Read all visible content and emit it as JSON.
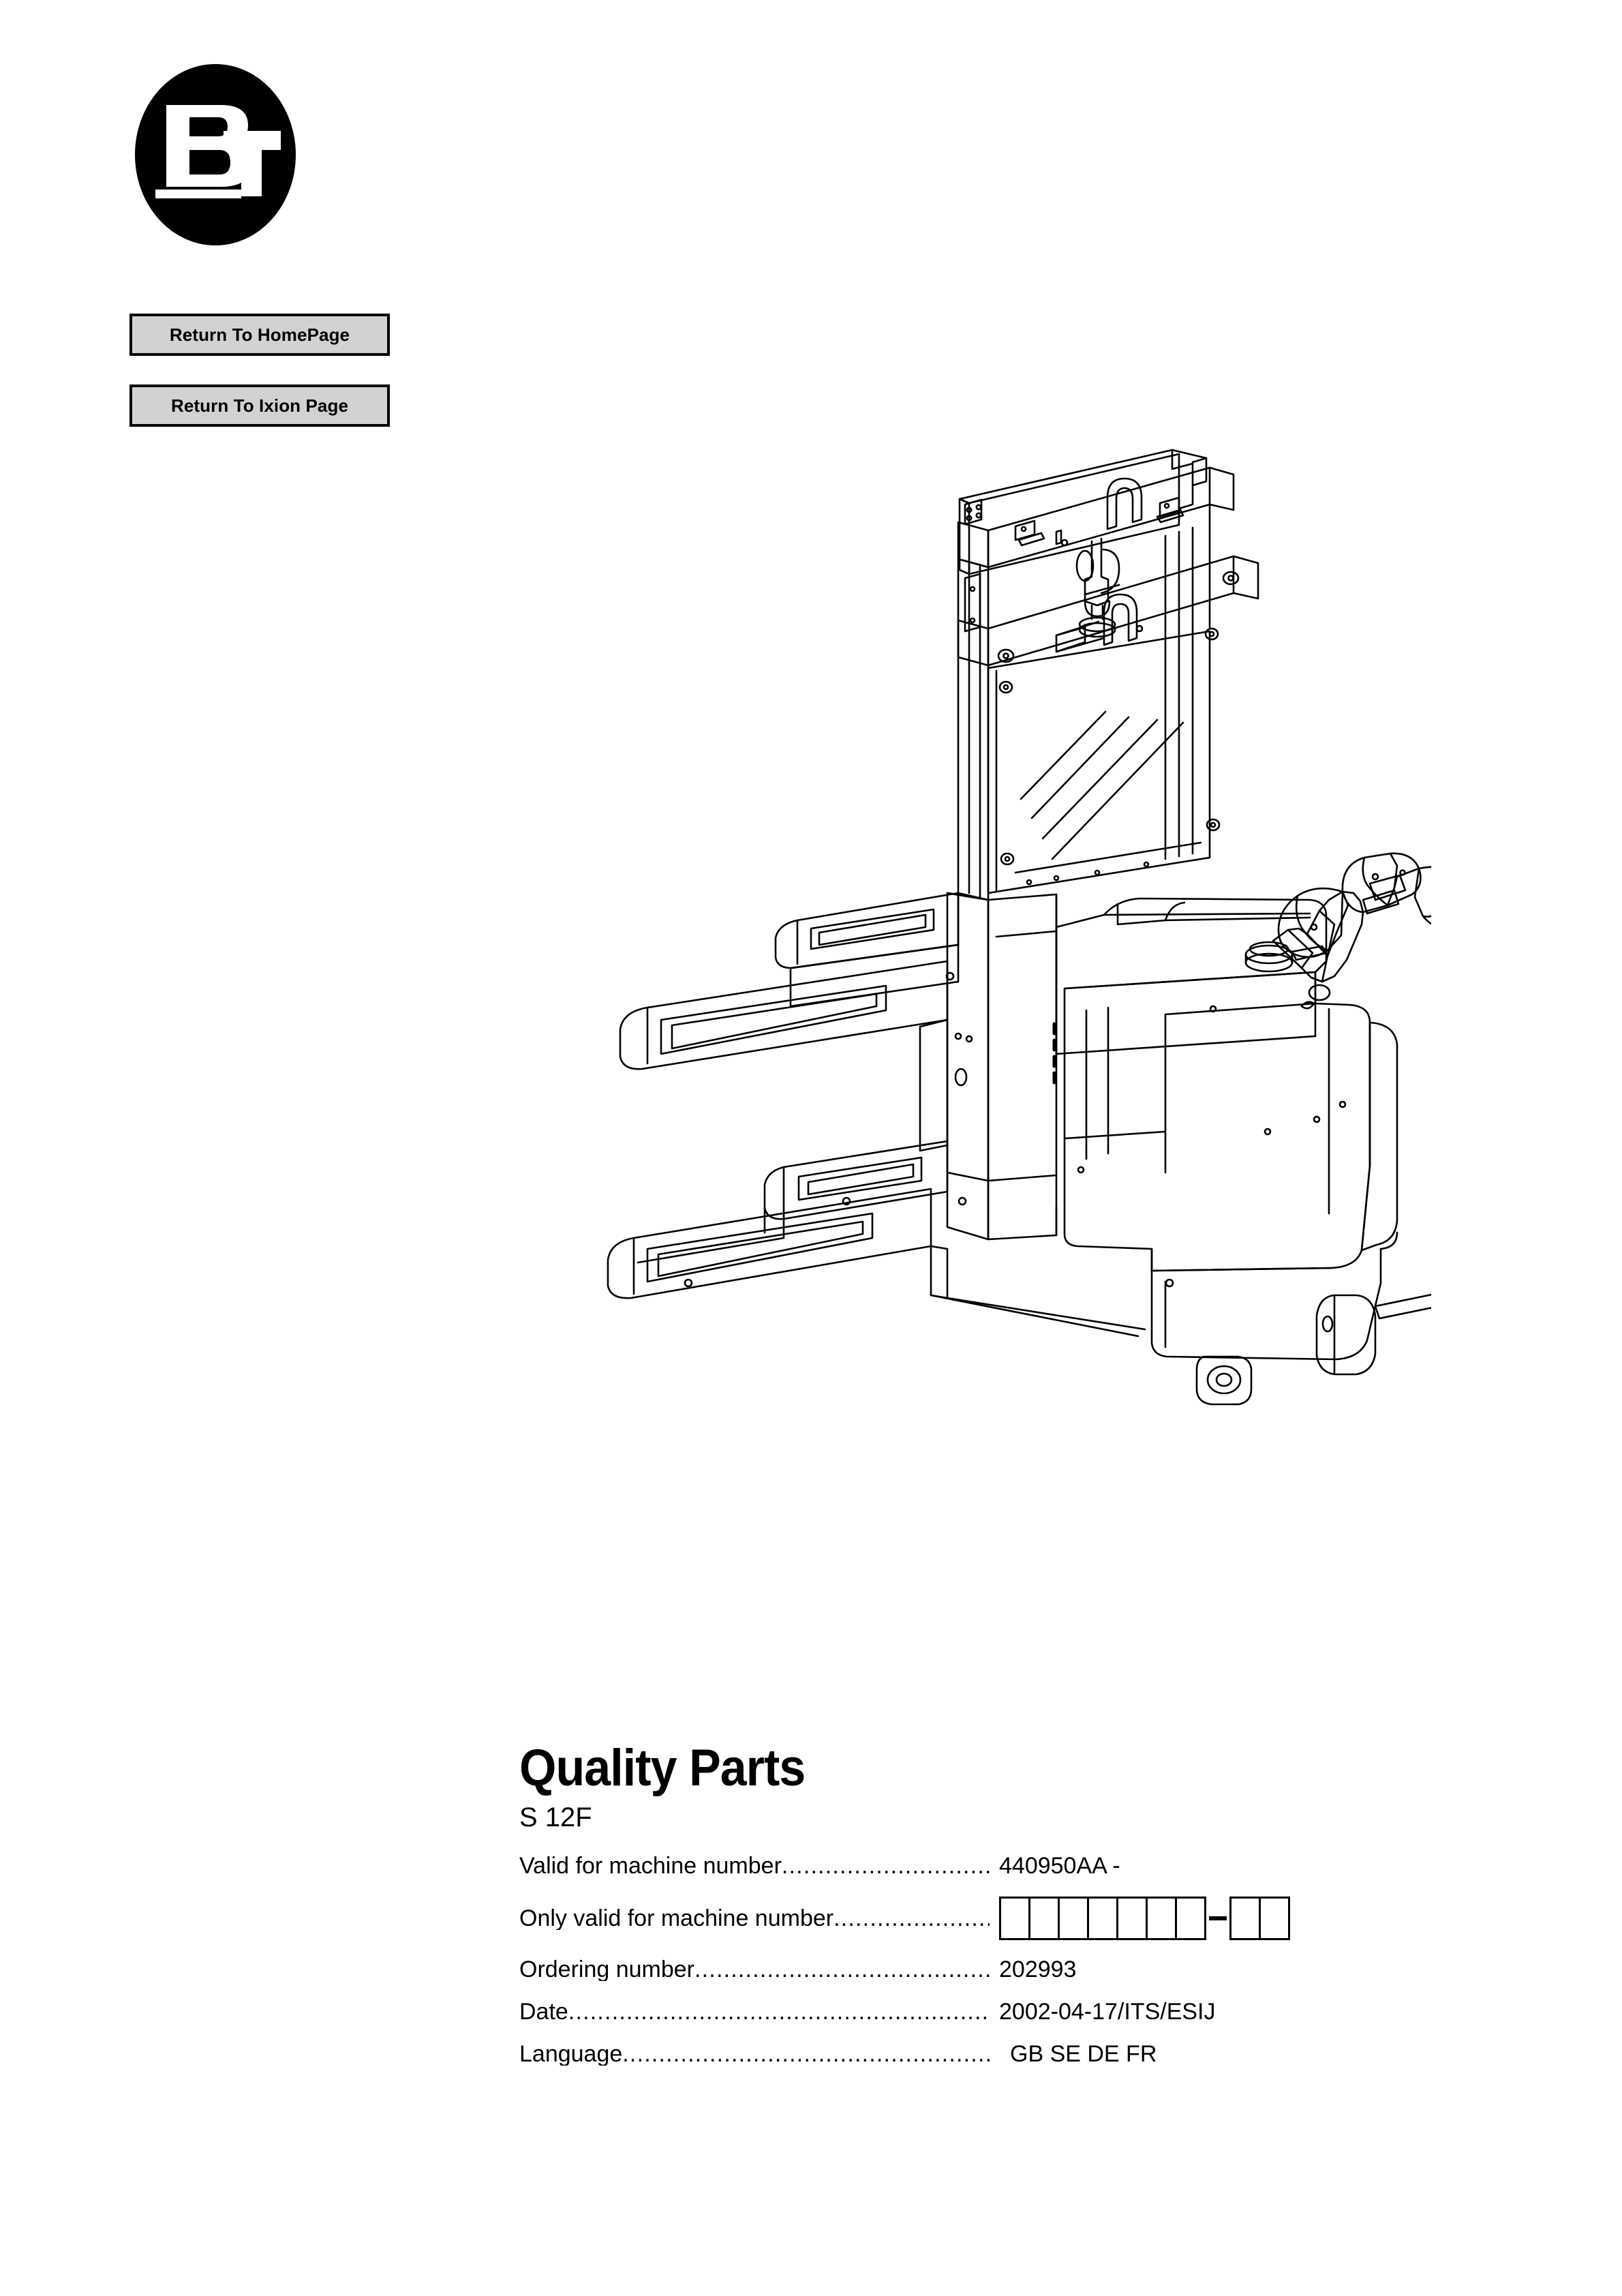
{
  "logo": {
    "brand": "BT",
    "shape": "oval"
  },
  "nav": {
    "buttons": [
      {
        "name": "return-to-homepage",
        "label": "Return To HomePage"
      },
      {
        "name": "return-to-ixion-page",
        "label": "Return To Ixion Page"
      }
    ]
  },
  "illustration": {
    "alt": "BT S 12F electric pallet stacker line drawing",
    "icon": "pallet-stacker-icon"
  },
  "document": {
    "title": "Quality Parts",
    "model": "S 12F",
    "specs": [
      {
        "name": "valid-for-machine-number",
        "label": "Valid for machine number",
        "dots": "..........................................................",
        "value": "440950AA -",
        "type": "text"
      },
      {
        "name": "only-valid-for-machine-number",
        "label": "Only valid for machine number",
        "dots": "..........................................................",
        "value": "",
        "type": "boxes",
        "boxes_before_dash": 7,
        "boxes_after_dash": 2
      },
      {
        "name": "ordering-number",
        "label": "Ordering number ",
        "dots": "..........................................................",
        "value": "202993",
        "type": "text"
      },
      {
        "name": "date",
        "label": "Date ",
        "dots": "..........................................................",
        "value": "2002-04-17/ITS/ESIJ",
        "type": "text"
      },
      {
        "name": "language",
        "label": "Language",
        "dots": "..........................................................",
        "value": "GB SE DE FR",
        "type": "text",
        "indent": true
      }
    ]
  },
  "colors": {
    "page_background": "#ffffff",
    "ink": "#000000",
    "button_face": "#d2d2d2",
    "button_border": "#000000"
  }
}
